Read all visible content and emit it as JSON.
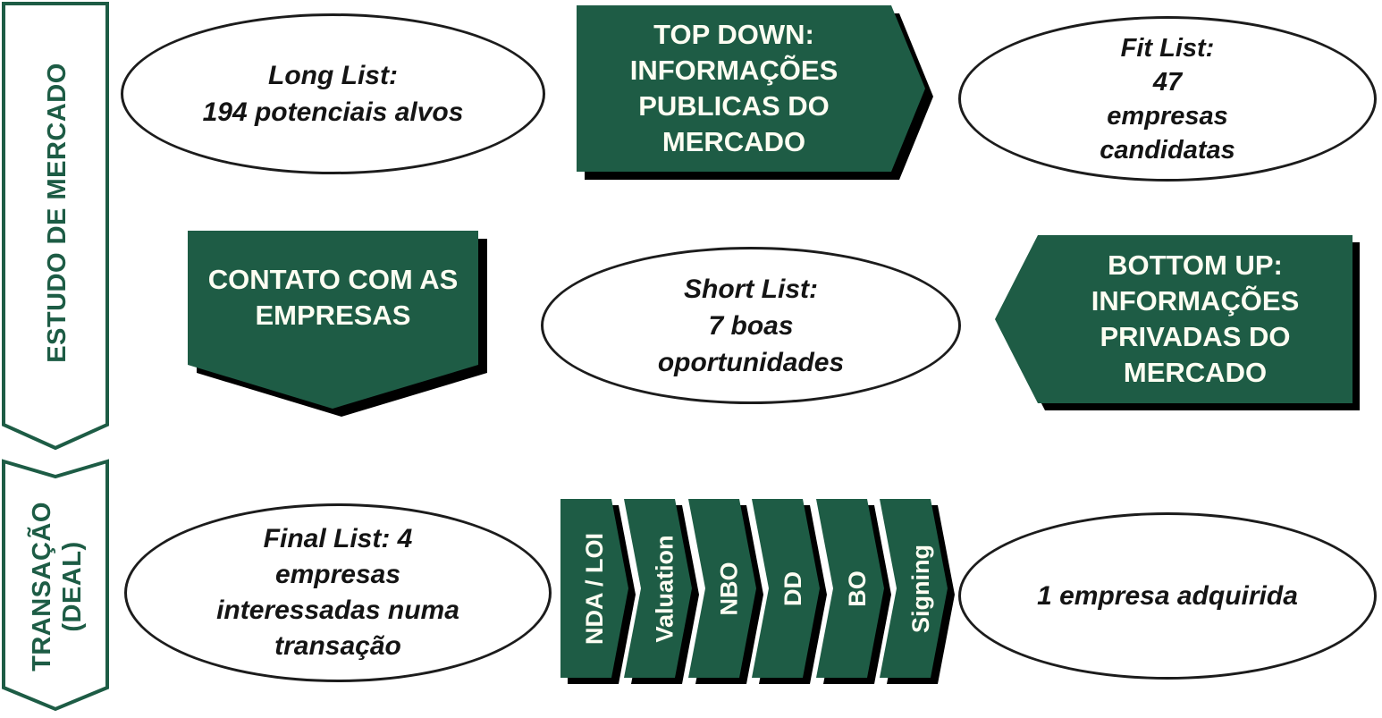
{
  "colors": {
    "shape_green": "#1e5c45",
    "banner_outline_green": "#1d5c45",
    "ellipse_outline": "#1c1c1c",
    "shadow": "#000000",
    "text_on_green": "#fdfdf2"
  },
  "sidebar": {
    "market_study": {
      "label": "ESTUDO DE MERCADO"
    },
    "transaction": {
      "line1": "TRANSAÇÃO",
      "line2": "(DEAL)"
    }
  },
  "ellipses": {
    "long_list": {
      "lines": [
        "Long List:",
        "194 potenciais alvos"
      ]
    },
    "fit_list": {
      "lines": [
        "Fit List:",
        "47",
        "empresas",
        "candidatas"
      ]
    },
    "short_list": {
      "lines": [
        "Short List:",
        "7 boas",
        "oportunidades"
      ]
    },
    "final_list": {
      "lines": [
        "Final List: 4",
        "empresas",
        "interessadas numa",
        "transação"
      ]
    },
    "acquired": {
      "lines": [
        "1 empresa adquirida"
      ]
    }
  },
  "arrows": {
    "top_down": {
      "lines": [
        "TOP DOWN:",
        "INFORMAÇÕES",
        "PUBLICAS DO",
        "MERCADO"
      ]
    },
    "contact": {
      "lines": [
        "CONTATO COM AS",
        "EMPRESAS"
      ]
    },
    "bottom_up": {
      "lines": [
        "BOTTOM UP:",
        "INFORMAÇÕES",
        "PRIVADAS DO",
        "MERCADO"
      ]
    }
  },
  "deal_steps": [
    {
      "label": "NDA / LOI"
    },
    {
      "label": "Valuation"
    },
    {
      "label": "NBO"
    },
    {
      "label": "DD"
    },
    {
      "label": "BO"
    },
    {
      "label": "Signing"
    }
  ]
}
